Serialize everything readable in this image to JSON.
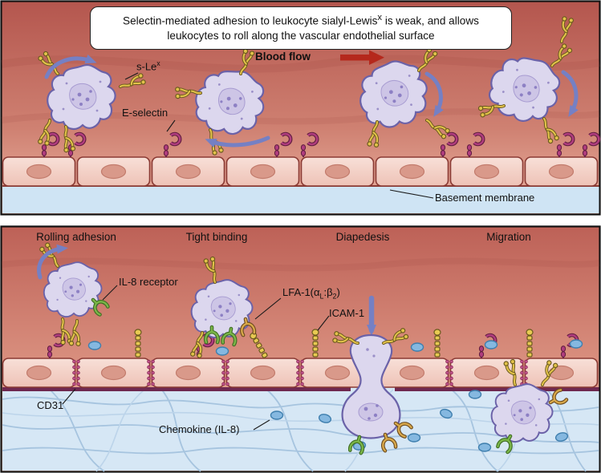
{
  "figure": {
    "title_parts": {
      "pre": "Selectin-mediated adhesion to leukocyte sialyl-Lewis",
      "sup": "x",
      "post": " is weak, and allows leukocytes to roll along the vascular endothelial surface"
    }
  },
  "top_panel": {
    "labels": {
      "s_le_base": "s-Le",
      "s_le_sup": "x",
      "e_selectin": "E-selectin",
      "blood_flow": "Blood flow",
      "basement_membrane": "Basement membrane"
    }
  },
  "bottom_panel": {
    "stages": [
      "Rolling adhesion",
      "Tight binding",
      "Diapedesis",
      "Migration"
    ],
    "labels": {
      "il8_receptor": "IL-8 receptor",
      "lfa1_parts": {
        "p1": "LFA-1(",
        "p2": "α",
        "s1": "L",
        "p3": ":β",
        "s2": "2",
        "p4": ")"
      },
      "icam1": "ICAM-1",
      "cd31": "CD31",
      "chemokine": "Chemokine (IL-8)"
    }
  },
  "colors": {
    "lumen_dark": "#b4564e",
    "lumen_light": "#ecb5a4",
    "leukocyte_fill": "#dcd7ee",
    "leukocyte_stroke": "#6b62a8",
    "endothelium_fill": "#f6d6cd",
    "endothelium_stroke": "#8a3a34",
    "basement_membrane_band": "#cfe4f4",
    "tissue": "#d6e7f5",
    "selectin_magenta": "#b03d7e",
    "glycan_yellow": "#e2c24a",
    "chemokine_blue": "#85b8e0",
    "il8_receptor_green": "#7ab648",
    "lfa1_tan": "#d8a84a",
    "rotation_arrow_blue": "#7580c4",
    "blood_flow_red": "#b5281c",
    "cd31_pink": "#c2558a"
  }
}
